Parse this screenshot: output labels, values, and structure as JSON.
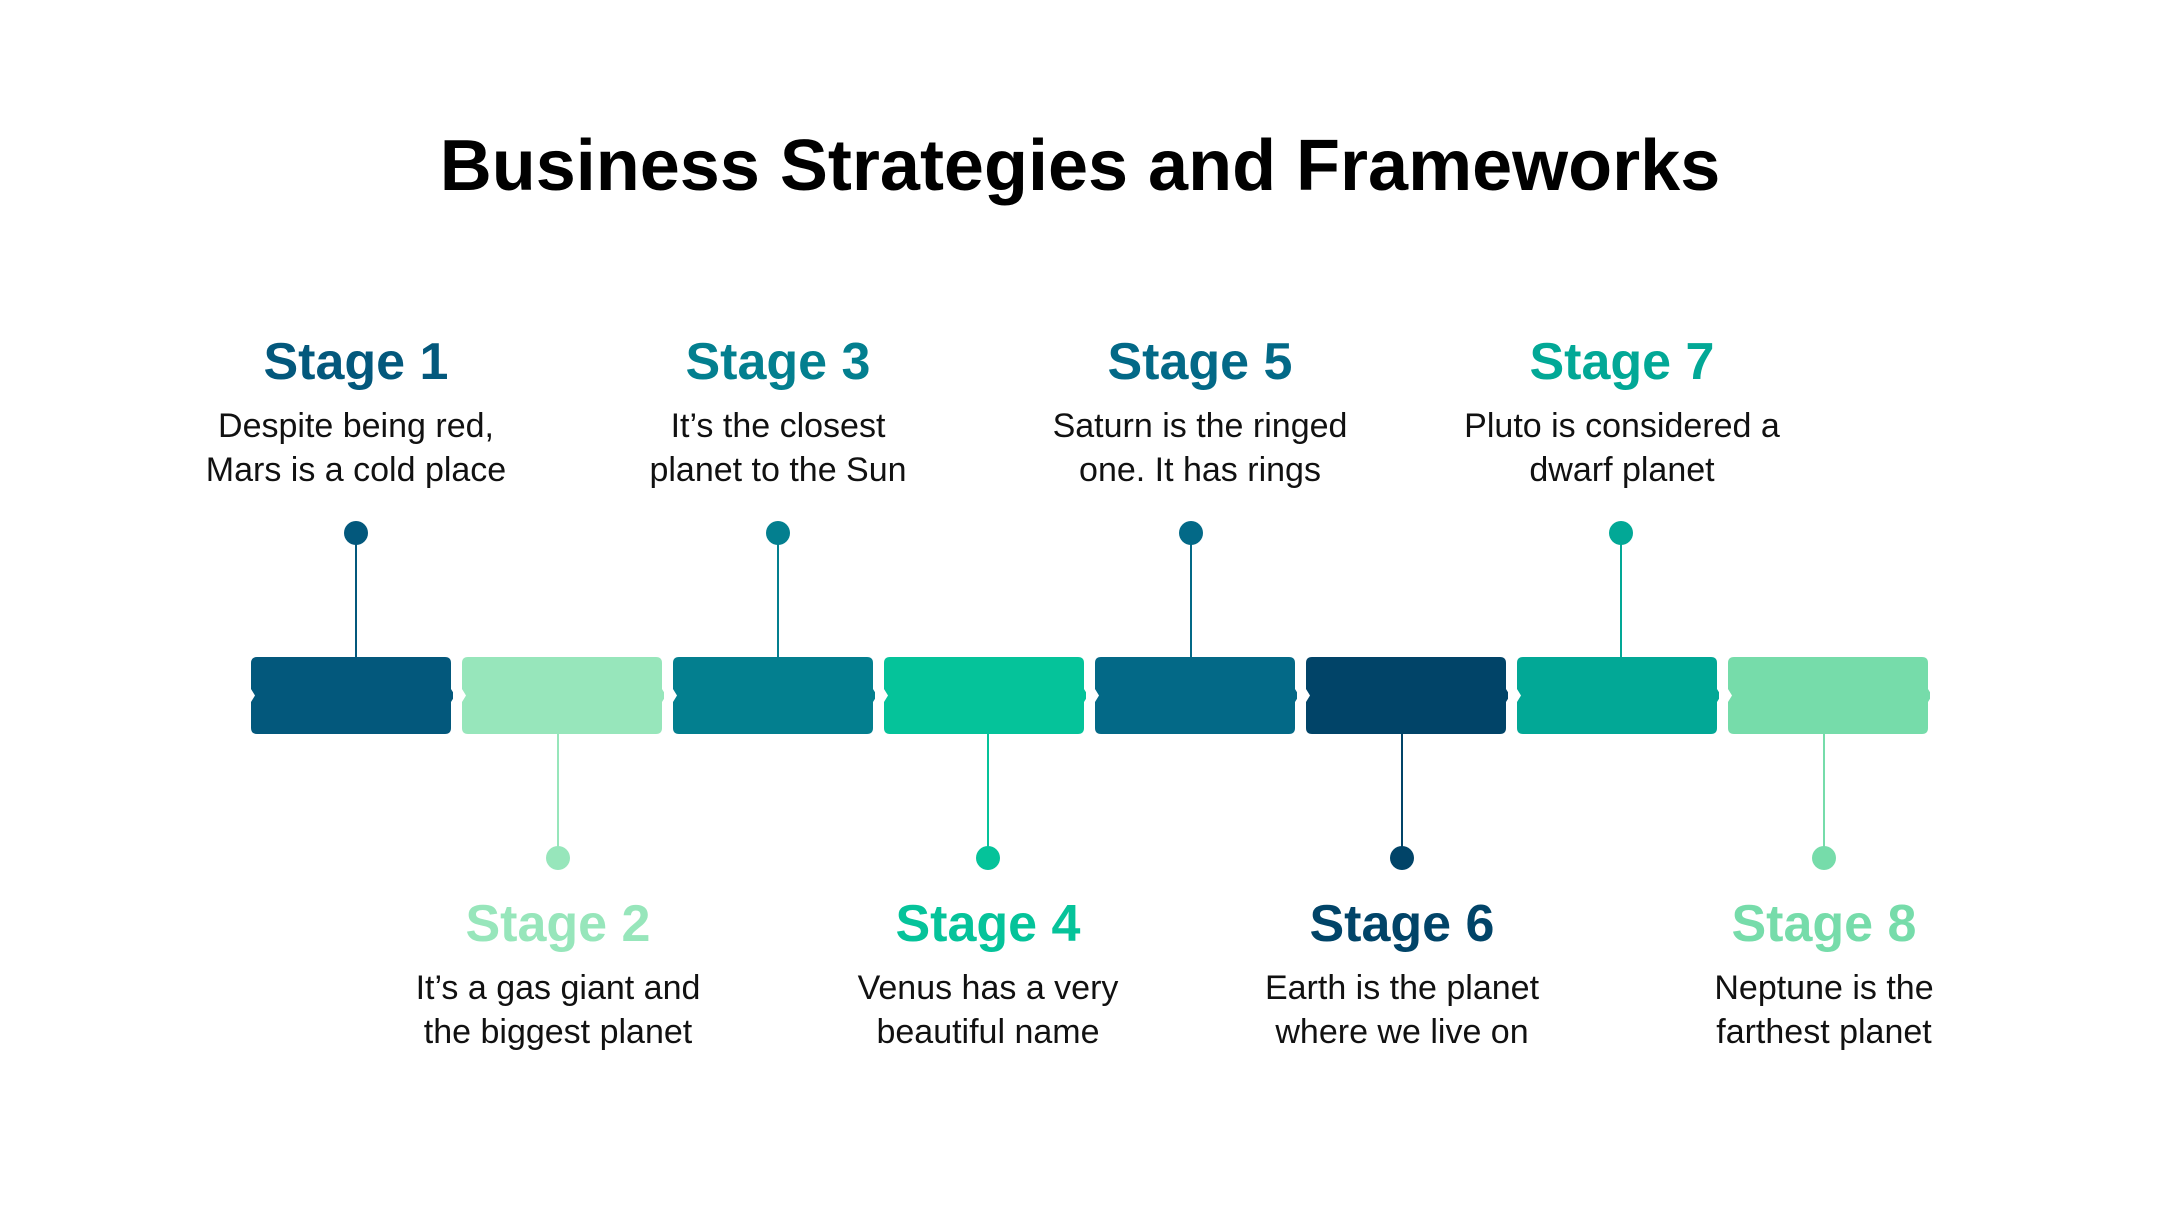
{
  "title": "Business Strategies and Frameworks",
  "stages": [
    {
      "label": "Stage 1",
      "line1": "Despite being red,",
      "line2": "Mars is a cold place",
      "color": "#03587C"
    },
    {
      "label": "Stage 2",
      "line1": "It’s a gas giant and",
      "line2": "the biggest planet",
      "color": "#97E6BB"
    },
    {
      "label": "Stage 3",
      "line1": "It’s the closest",
      "line2": "planet to the Sun",
      "color": "#037F8F"
    },
    {
      "label": "Stage 4",
      "line1": "Venus has a very",
      "line2": "beautiful name",
      "color": "#05C39A"
    },
    {
      "label": "Stage 5",
      "line1": "Saturn is the ringed",
      "line2": "one. It has rings",
      "color": "#036987"
    },
    {
      "label": "Stage 6",
      "line1": "Earth is the planet",
      "line2": "where we live on",
      "color": "#014468"
    },
    {
      "label": "Stage 7",
      "line1": "Pluto is considered a",
      "line2": "dwarf planet",
      "color": "#02A896"
    },
    {
      "label": "Stage 8",
      "line1": "Neptune is the",
      "line2": "farthest planet",
      "color": "#76DCAA"
    }
  ]
}
